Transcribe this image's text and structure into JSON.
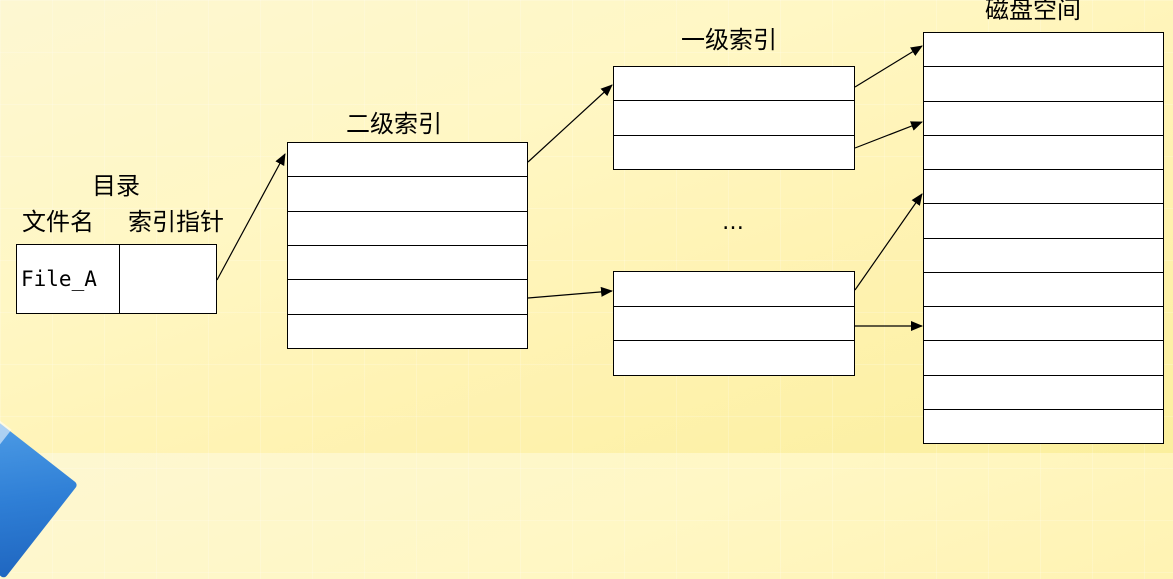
{
  "labels": {
    "directory": "目录",
    "filename_col": "文件名",
    "index_ptr_col": "索引指针",
    "second_level": "二级索引",
    "first_level": "一级索引",
    "disk_space": "磁盘空间",
    "ellipsis": "…"
  },
  "directory_entry": {
    "file_name": "File_A"
  },
  "structure": {
    "second_level_rows": 6,
    "first_level_upper_rows": 3,
    "first_level_lower_rows": 3,
    "disk_rows": 12
  },
  "colors": {
    "line": "#000000",
    "box_fill": "#ffffff",
    "background": "#fff6c0",
    "accent": "#2f7fd6"
  }
}
